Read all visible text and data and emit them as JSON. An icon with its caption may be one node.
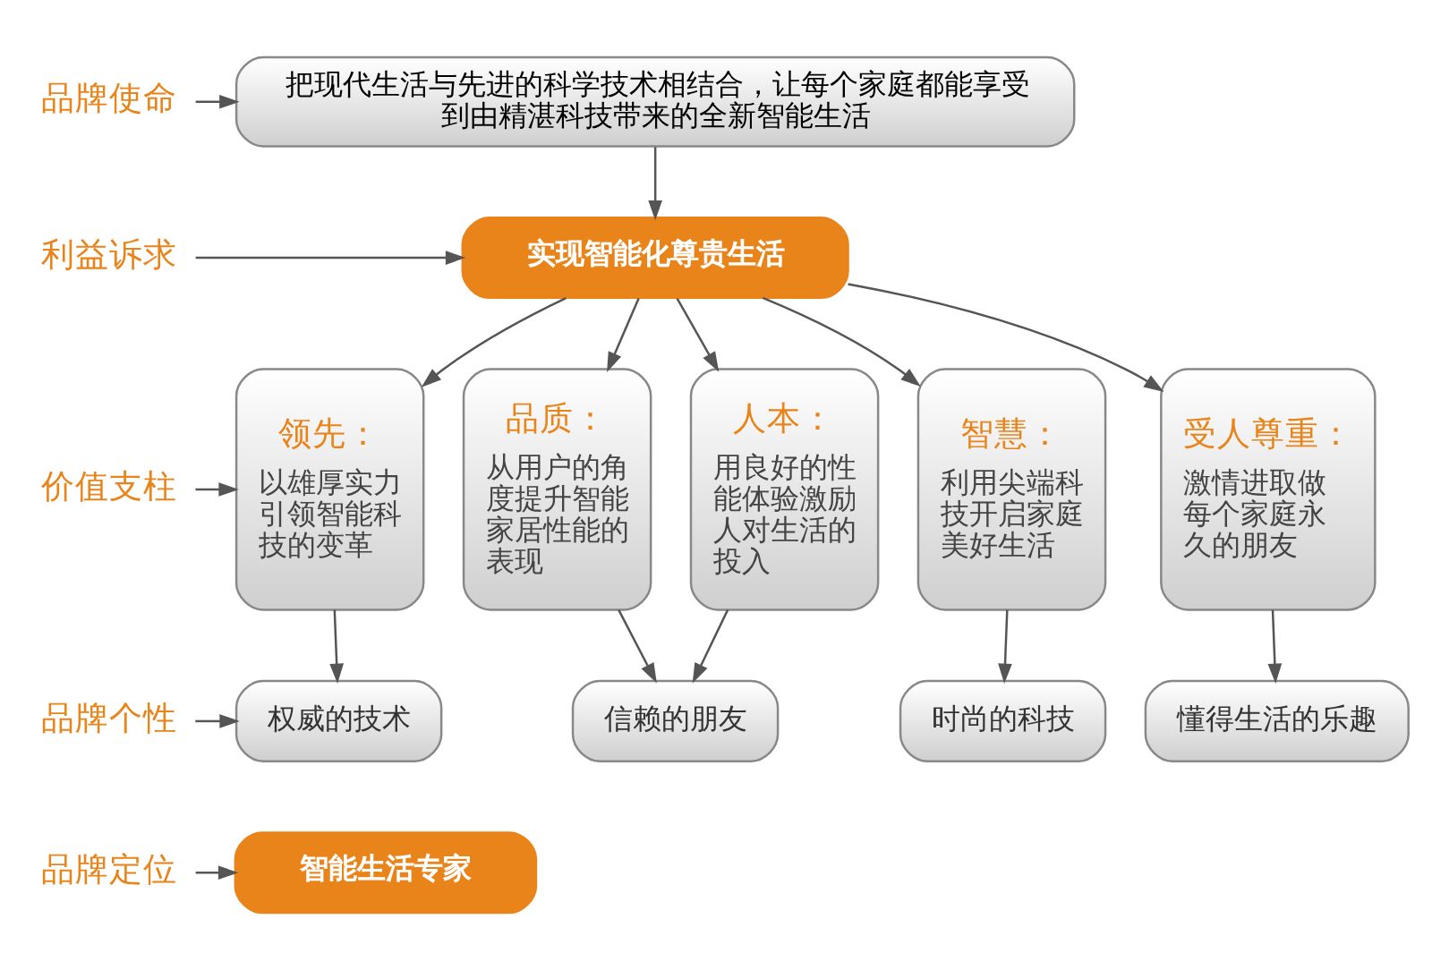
{
  "diagram": {
    "nodes": [
      {
        "text": [
          "品牌使命"
        ]
      },
      {
        "text": [
          "把现代生活与先进的科学技术相结合，让每个家庭都能享受到由精湛科技带来的全新智能生活"
        ]
      },
      {
        "text": [
          "利益诉求"
        ]
      },
      {
        "text": [
          "实现智能化尊贵生活"
        ]
      },
      {
        "text": [
          "价值支柱"
        ]
      },
      {
        "text": [
          "领先：",
          "以雄厚实力引领智能科技的变革"
        ]
      },
      {
        "text": [
          "品质：",
          "从用户的角度提升智能家居性能的表现"
        ]
      },
      {
        "text": [
          "人本：",
          "用良好的性能体验激励人对生活的投入"
        ]
      },
      {
        "text": [
          "智慧：",
          "利用尖端科技开启家庭美好生活"
        ]
      },
      {
        "text": [
          "受人尊重：",
          "激情进取做每个家庭永久的朋友"
        ]
      },
      {
        "text": [
          "品牌个性"
        ]
      },
      {
        "text": [
          "权威的技术"
        ]
      },
      {
        "text": [
          "信赖的朋友"
        ]
      },
      {
        "text": [
          "时尚的科技"
        ]
      },
      {
        "text": [
          "懂得生活的乐趣"
        ]
      },
      {
        "text": [
          "品牌定位"
        ]
      },
      {
        "text": [
          "智能生活专家"
        ]
      }
    ],
    "edges": [
      {
        "from": 0,
        "to": 1,
        "arrow": "to"
      },
      {
        "from": 1,
        "to": 3,
        "arrow": "to"
      },
      {
        "from": 2,
        "to": 3,
        "arrow": "to"
      },
      {
        "from": 3,
        "to": 5,
        "arrow": "to"
      },
      {
        "from": 3,
        "to": 6,
        "arrow": "to"
      },
      {
        "from": 3,
        "to": 7,
        "arrow": "to"
      },
      {
        "from": 3,
        "to": 8,
        "arrow": "to"
      },
      {
        "from": 3,
        "to": 9,
        "arrow": "to"
      },
      {
        "from": 4,
        "to": 5,
        "arrow": "to"
      },
      {
        "from": 5,
        "to": 11,
        "arrow": "to"
      },
      {
        "from": 6,
        "to": 12,
        "arrow": "to"
      },
      {
        "from": 7,
        "to": 12,
        "arrow": "to"
      },
      {
        "from": 8,
        "to": 13,
        "arrow": "to"
      },
      {
        "from": 9,
        "to": 14,
        "arrow": "to"
      },
      {
        "from": 10,
        "to": 11,
        "arrow": "to"
      },
      {
        "from": 15,
        "to": 16,
        "arrow": "to"
      }
    ]
  }
}
